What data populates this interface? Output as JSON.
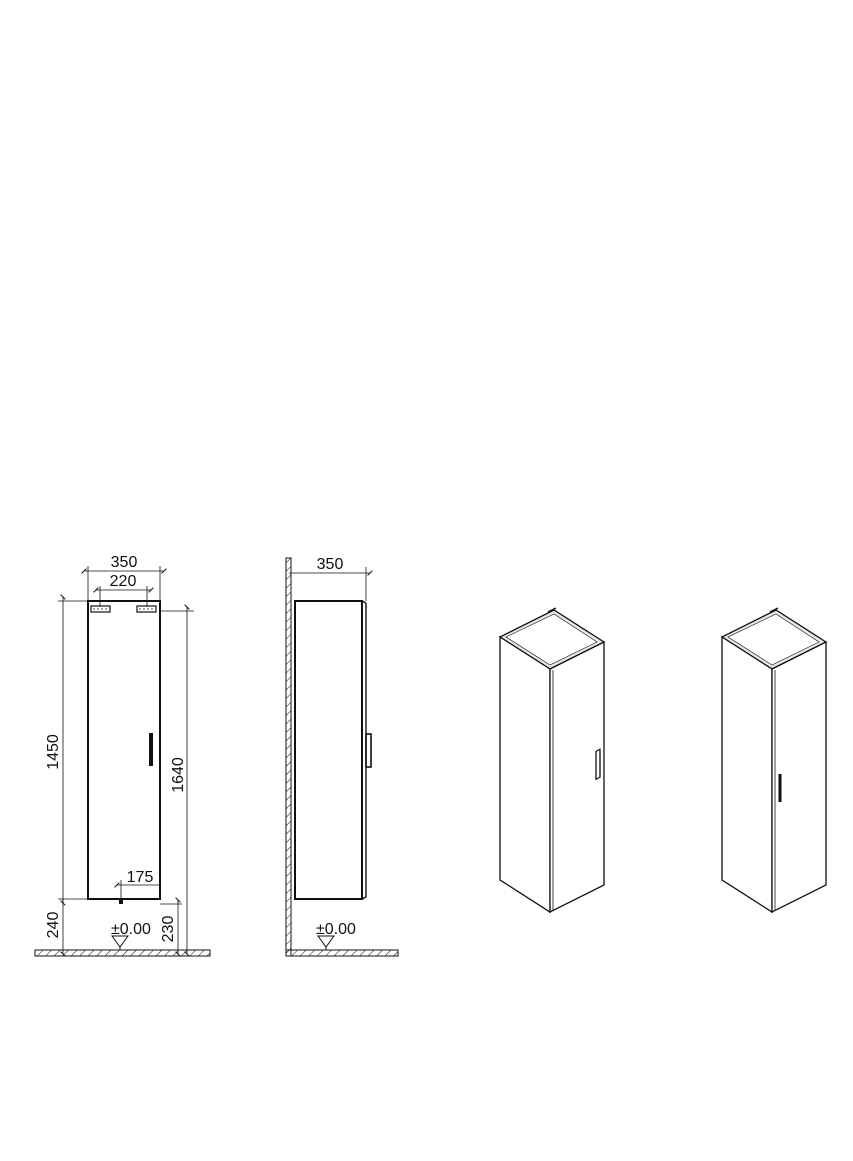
{
  "colors": {
    "line": "#111111",
    "background": "#ffffff",
    "cabinet_top": "#e8e8e8"
  },
  "front_view": {
    "width_label": "350",
    "bracket_spacing_label": "220",
    "body_height_label": "1450",
    "total_height_label": "1640",
    "foot_label": "175",
    "floor_clearance_label": "240",
    "bottom_offset_label": "230",
    "floor_level_label": "±0.00"
  },
  "side_view": {
    "depth_label": "350",
    "floor_level_label": "±0.00"
  },
  "iso_views": {
    "left_handle_side": "right",
    "right_handle_side": "left"
  }
}
